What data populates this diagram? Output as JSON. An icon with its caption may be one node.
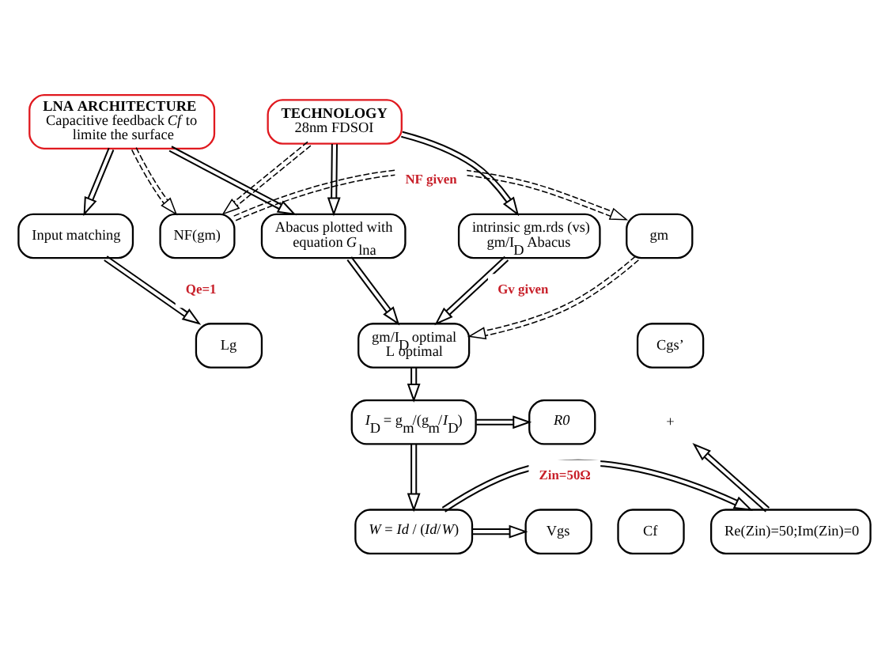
{
  "diagram": {
    "nodes": [
      {
        "text": [
          "NF(gm)"
        ]
      },
      {
        "text": [
          "gm"
        ]
      },
      {
        "text": [
          "LNA ARCHITECTURE",
          "Capacitive feedback *Cf* to limite the surface"
        ]
      },
      {
        "text": [
          "TECHNOLOGY",
          "28nm FDSOI"
        ]
      },
      {
        "text": [
          "Input matching"
        ]
      },
      {
        "text": [
          "Abacus plotted with equation *G*$_{lna}$"
        ]
      },
      {
        "text": [
          "intrinsic gm.rds (vs) gm/I$_{D}$ Abacus"
        ]
      },
      {
        "text": [
          "Lg"
        ]
      },
      {
        "text": [
          "gm/I$_{D}$ optimal L optimal"
        ]
      },
      {
        "text": [
          "*I*$_{D}$ = g$_{m}$/(g$_{m}$/*I*$_{D}$)"
        ]
      },
      {
        "text": [
          "*R0*"
        ]
      },
      {
        "text": [
          "*W* = *Id* / (*Id*/*W*)"
        ]
      },
      {
        "text": [
          "Vgs"
        ]
      },
      {
        "text": [
          "Re(Zin)=50;Im(Zin)=0"
        ]
      },
      {
        "text": [
          "Cgs’"
        ]
      },
      {
        "text": [
          "+"
        ]
      },
      {
        "text": [
          "Cf"
        ]
      }
    ],
    "edges": [
      {
        "from": 2,
        "to": 0,
        "arrow": "to",
        "style": "dashed"
      },
      {
        "from": 3,
        "to": 0,
        "arrow": "to",
        "style": "dashed"
      },
      {
        "from": 0,
        "to": 1,
        "arrow": "to",
        "style": "dashed",
        "label": "NF given"
      },
      {
        "from": 1,
        "to": 8,
        "arrow": "to",
        "style": "dashed"
      },
      {
        "from": 2,
        "to": 4,
        "arrow": "to"
      },
      {
        "from": 2,
        "to": 5,
        "arrow": "to"
      },
      {
        "from": 3,
        "to": 5,
        "arrow": "to"
      },
      {
        "from": 3,
        "to": 6,
        "arrow": "to"
      },
      {
        "from": 4,
        "to": 7,
        "arrow": "to",
        "label": "Qe=1"
      },
      {
        "from": 5,
        "to": 8,
        "arrow": "to"
      },
      {
        "from": 6,
        "to": 8,
        "arrow": "to",
        "label": "Gv given"
      },
      {
        "from": 8,
        "to": 9,
        "arrow": "to"
      },
      {
        "from": 9,
        "to": 10,
        "arrow": "to"
      },
      {
        "from": 9,
        "to": 11,
        "arrow": "to"
      },
      {
        "from": 11,
        "to": 12,
        "arrow": "to"
      },
      {
        "from": 11,
        "to": 13,
        "arrow": "to",
        "label": "Zin=50Ω"
      },
      {
        "from": 13,
        "to": 15,
        "arrow": "to"
      }
    ]
  }
}
